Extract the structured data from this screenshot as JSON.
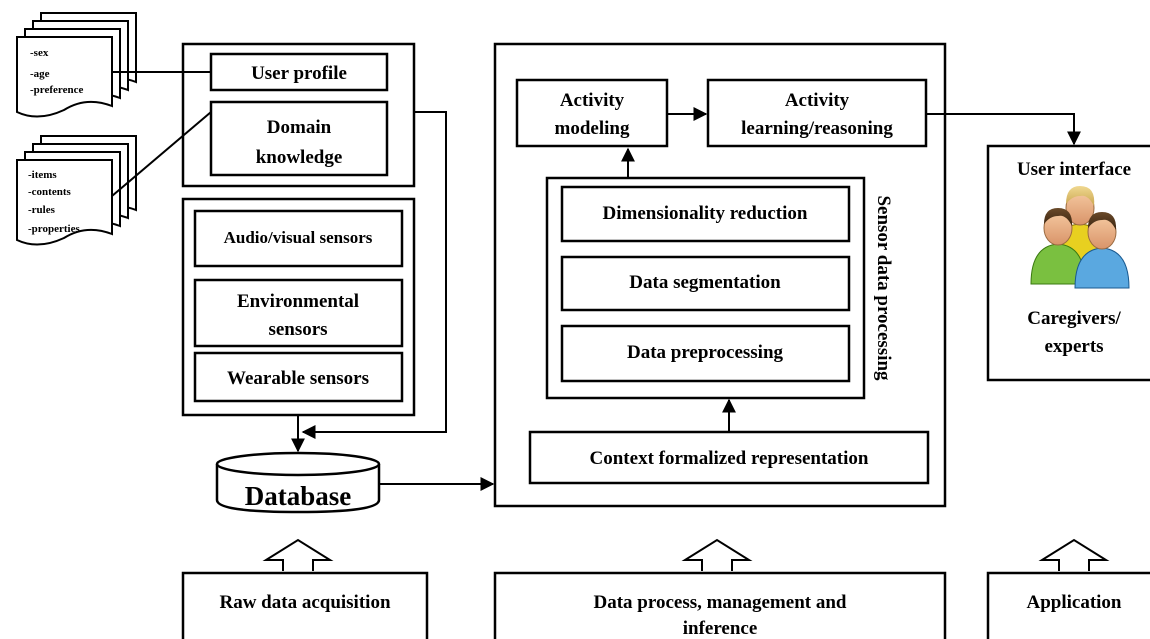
{
  "profile_doc": {
    "lines": [
      "-sex",
      "-age",
      "-preference"
    ]
  },
  "knowledge_doc": {
    "lines": [
      "-items",
      "-contents",
      "-rules",
      "-properties"
    ]
  },
  "acquisition": {
    "user_profile": "User profile",
    "domain_knowledge": [
      "Domain",
      "knowledge"
    ],
    "audio_visual": "Audio/visual sensors",
    "environmental": [
      "Environmental",
      "sensors"
    ],
    "wearable": "Wearable sensors",
    "database": "Database"
  },
  "processing": {
    "activity_modeling": [
      "Activity",
      "modeling"
    ],
    "activity_learning": [
      "Activity",
      "learning/reasoning"
    ],
    "dimensionality_reduction": "Dimensionality reduction",
    "data_segmentation": "Data segmentation",
    "data_preprocessing": "Data preprocessing",
    "sensor_data_processing": "Sensor data processing",
    "context_representation": "Context formalized representation"
  },
  "application": {
    "user_interface": "User interface",
    "caregivers": [
      "Caregivers/",
      "experts"
    ]
  },
  "stages": {
    "raw": "Raw data acquisition",
    "process": [
      "Data process, management and",
      "inference"
    ],
    "application": "Application"
  },
  "icons": [
    "document-stack-icon",
    "people-group-icon",
    "hollow-up-arrow-icon",
    "cylinder-database-icon"
  ]
}
